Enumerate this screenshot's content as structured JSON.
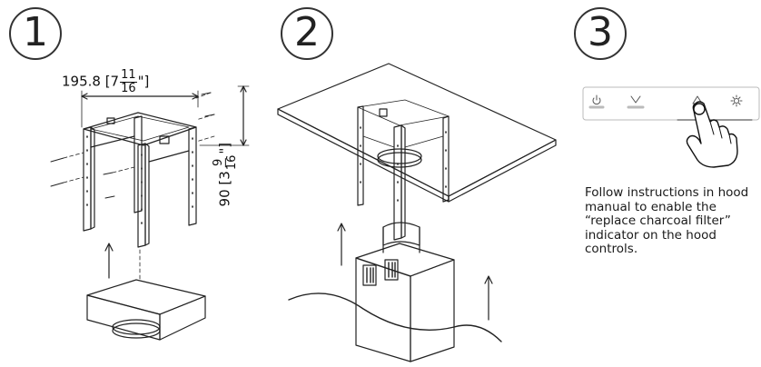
{
  "steps": [
    {
      "number": "1"
    },
    {
      "number": "2"
    },
    {
      "number": "3"
    }
  ],
  "dimensions": {
    "width": {
      "value": "195.8 [7",
      "num": "11",
      "den": "16",
      "unit": "\"]"
    },
    "height": {
      "value": "90 [3",
      "num": "9",
      "den": "16",
      "unit": "\"]"
    }
  },
  "control_panel": {
    "icons": [
      "power-icon",
      "chevron-down-icon",
      "triangle-up-icon",
      "gear-icon"
    ]
  },
  "instruction": {
    "lines": [
      "Follow instructions in hood",
      "manual to enable the",
      "“replace charcoal filter”",
      "indicator on the hood",
      "controls."
    ]
  }
}
